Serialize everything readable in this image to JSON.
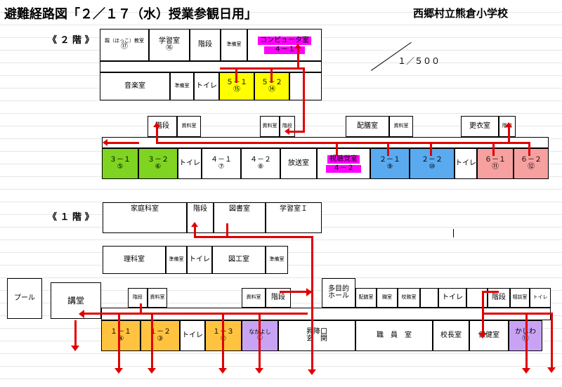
{
  "header": {
    "title": "避難経路図「２／１７（水）授業参観日用」",
    "school": "西郷村立熊倉小学校",
    "scale": "１／５００"
  },
  "floor2": {
    "label": "《 ２ 階 》",
    "top": {
      "r1": "親（ほっこ）教室",
      "r1n": "⑰",
      "r2": "学習室",
      "r2n": "⑯",
      "r3": "階段",
      "r4": "準備室",
      "r5": "コンピュータ室",
      "r5n": "４－１"
    },
    "mid": {
      "music": "音楽室",
      "prep": "準備室",
      "wc": "トイレ",
      "c51": "５－１",
      "c51n": "⑮",
      "c52": "５－２",
      "c52n": "⑭"
    },
    "stairs": {
      "s1": "階段",
      "s1b": "資料室",
      "s2": "資料室",
      "s2b": "階段",
      "lunch": "配膳室",
      "lunchb": "資料室",
      "locker": "更衣室",
      "lockerb": "階段"
    },
    "bottom": {
      "c31": "３－１",
      "c31n": "⑤",
      "c32": "３－２",
      "c32n": "⑥",
      "wc1": "トイレ",
      "c41": "４－１",
      "c41n": "⑦",
      "c42": "４－２",
      "c42n": "⑧",
      "broadcast": "放送室",
      "av": "視聴覚室",
      "avn": "４－２",
      "c21": "２－１",
      "c21n": "⑨",
      "c22": "２－２",
      "c22n": "⑩",
      "wc2": "トイレ",
      "c61": "６－１",
      "c61n": "⑪",
      "c62": "６－２",
      "c62n": "⑫"
    }
  },
  "floor1": {
    "label": "《 １ 階 》",
    "top": {
      "home": "家庭科室",
      "stair": "階段",
      "library": "図書室",
      "study": "学習室Ｉ"
    },
    "mid": {
      "science": "理科室",
      "prep": "準備室",
      "wc": "トイレ",
      "craft": "図工室",
      "craftb": "準備室"
    },
    "left": {
      "pool": "プール",
      "hall": "講堂",
      "stair": "階段",
      "mat": "資料室"
    },
    "mid2": {
      "mat": "資料室",
      "stair": "階段",
      "multi": "多目的",
      "multi2": "ホール",
      "r1": "配膳室",
      "r2": "職室",
      "r3": "校務室",
      "wc": "トイレ",
      "stair2": "階段",
      "r4": "相談室",
      "wc2": "トイレ"
    },
    "bottom": {
      "c11": "１－１",
      "c11n": "④",
      "c12": "１－２",
      "c12n": "③",
      "wc": "トイレ",
      "c13": "１－３",
      "c13n": "②",
      "nakayoshi": "なかよし",
      "nakayoshin": "①",
      "entrance": "昇降口",
      "entrance2": "玄　関",
      "staff": "職　員　室",
      "principal": "校長室",
      "nurse": "保健室",
      "kashiwa": "かしわ",
      "kashiwan": "⑱"
    }
  }
}
